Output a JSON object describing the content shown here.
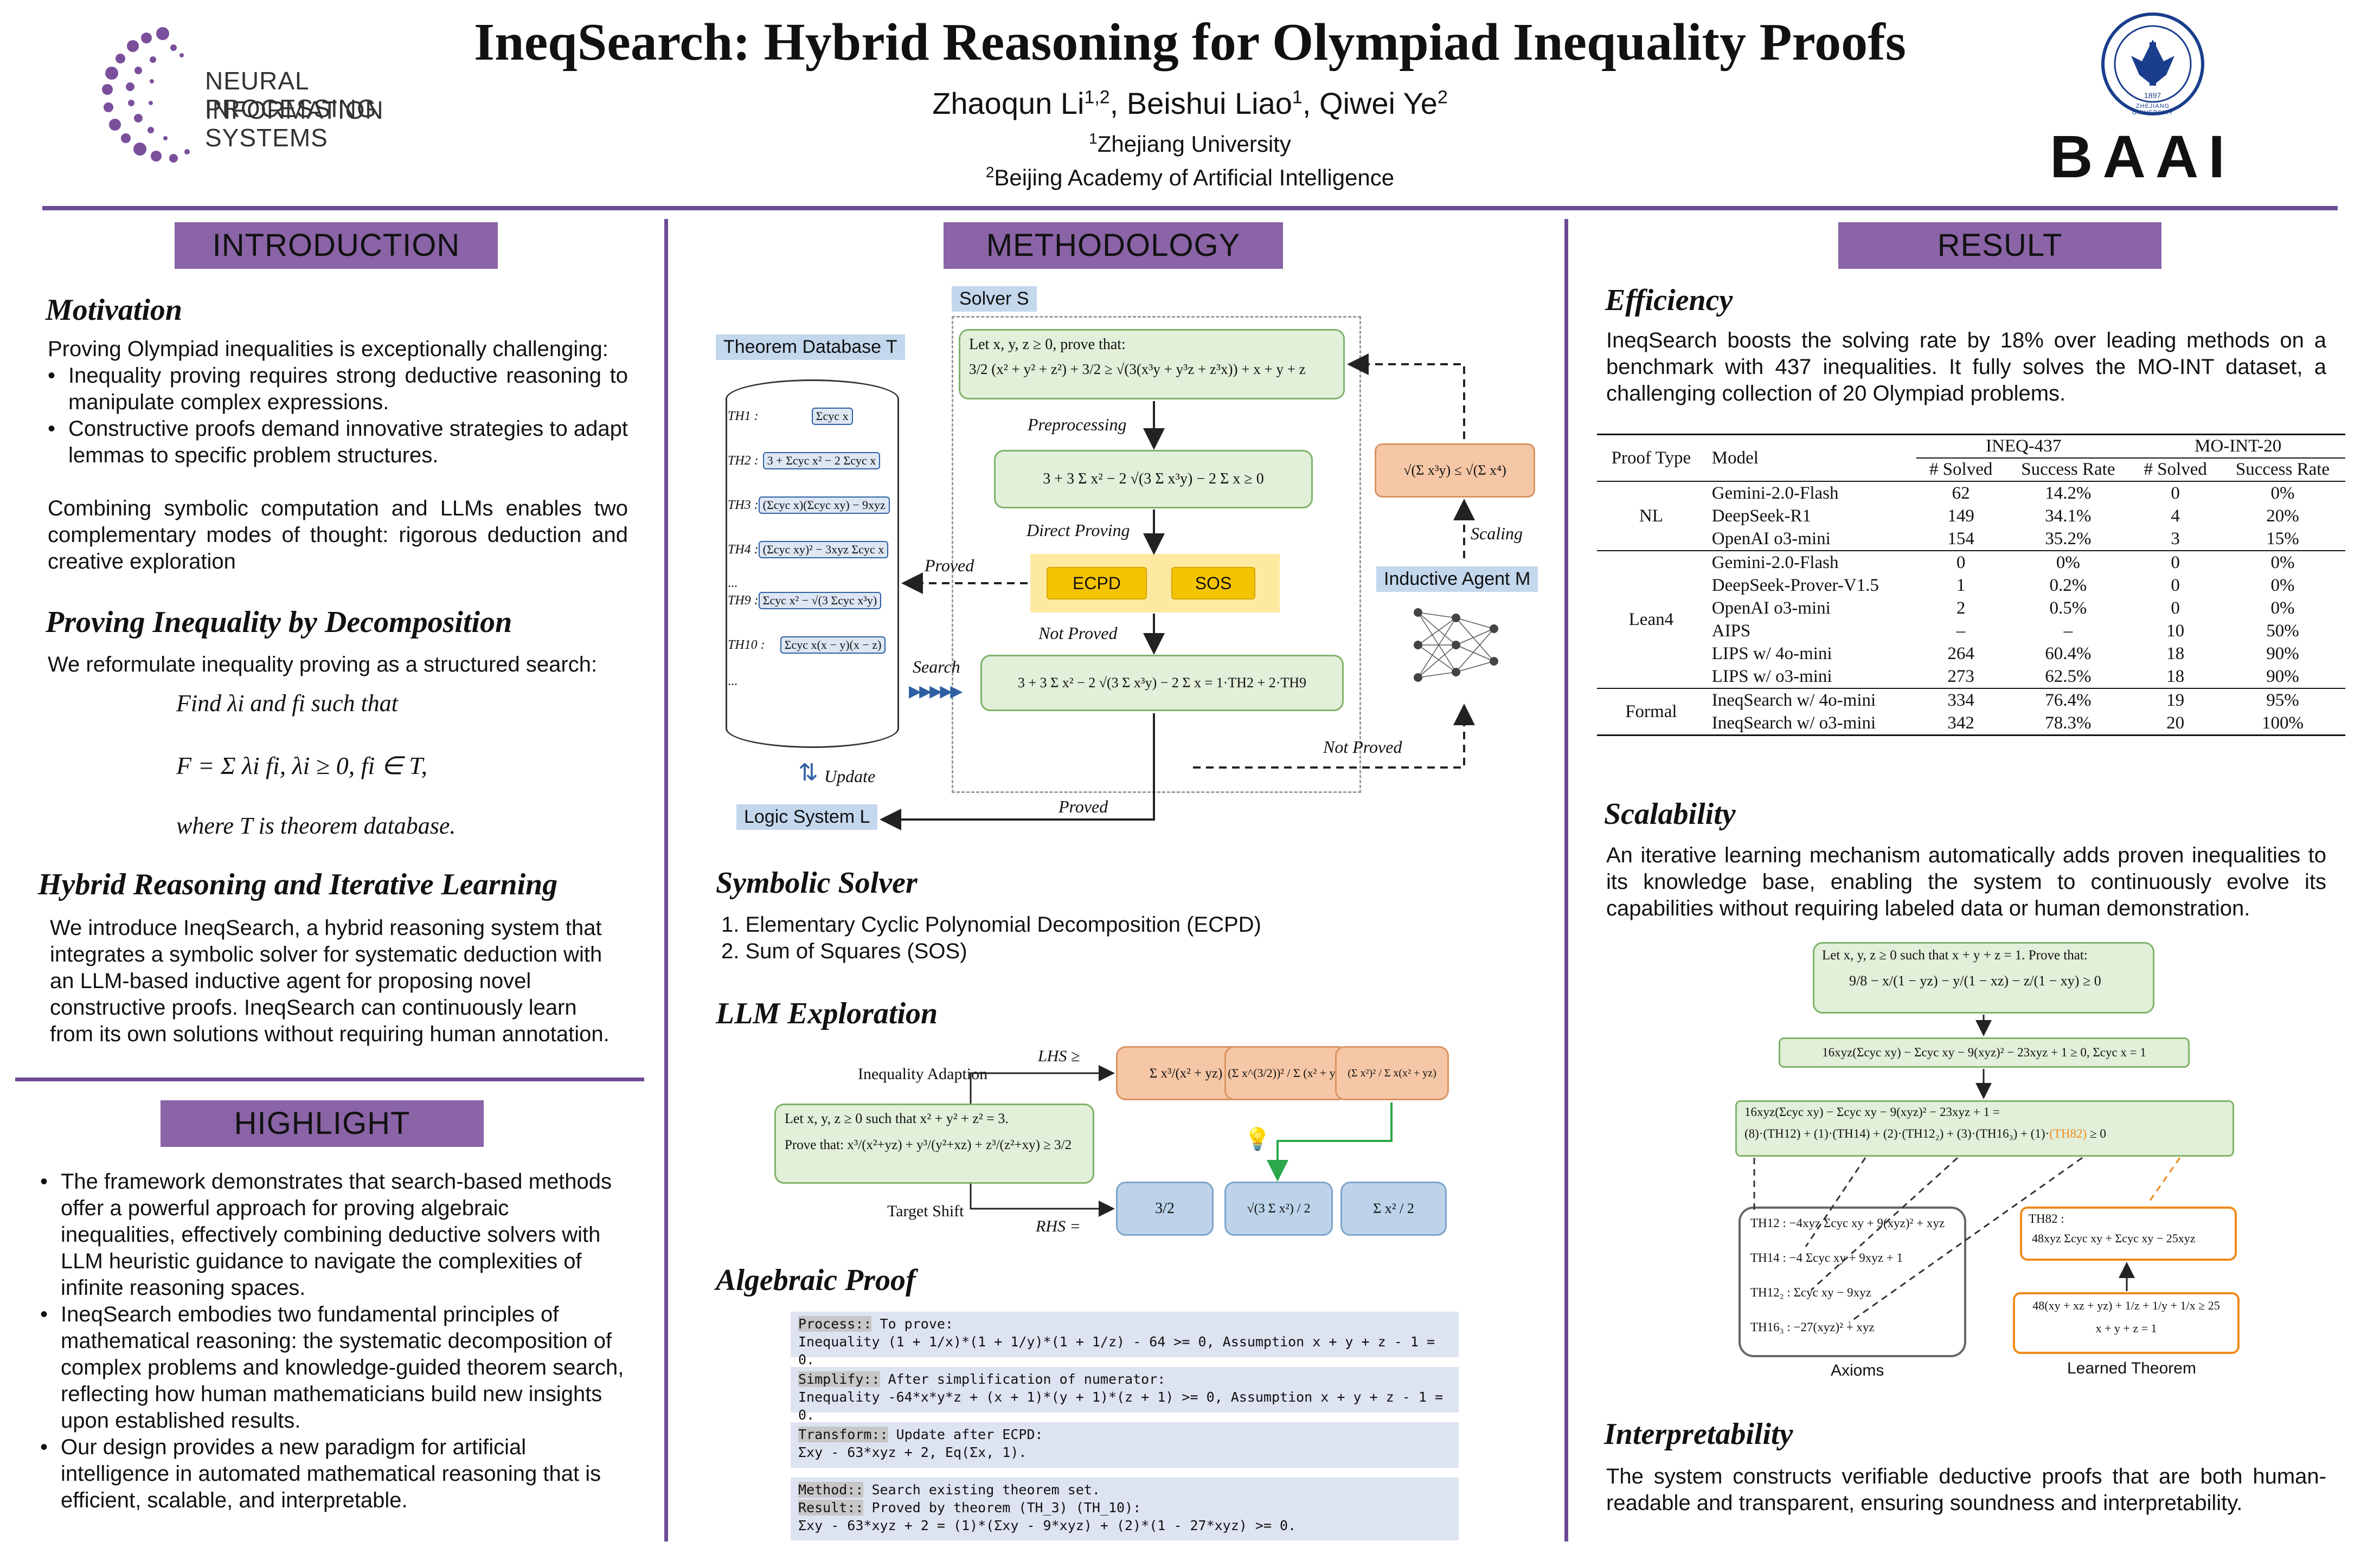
{
  "header": {
    "title": "IneqSearch: Hybrid Reasoning for Olympiad Inequality Proofs",
    "authors": {
      "a1": "Zhaoqun Li",
      "a1_sup": "1,2",
      "a2": "Beishui Liao",
      "a2_sup": "1",
      "a3": "Qiwei Ye",
      "a3_sup": "2"
    },
    "affiliation_1": "Zhejiang University",
    "affiliation_1_sup": "1",
    "affiliation_2": "Beijing Academy of Artificial Intelligence",
    "affiliation_2_sup": "2",
    "logo_left_line1": "NEURAL INFORMATION",
    "logo_left_line2": "PROCESSING SYSTEMS",
    "logo_right_text": "BAAI",
    "seal_text": "ZHEJIANG UNIVERSITY",
    "seal_year": "1897"
  },
  "introduction": {
    "banner": "INTRODUCTION",
    "motivation": {
      "heading": "Motivation",
      "lead": "Proving Olympiad inequalities is exceptionally challenging:",
      "bullets": [
        "Inequality proving requires strong deductive reasoning to manipulate complex expressions.",
        "Constructive proofs demand innovative strategies to adapt lemmas to specific problem structures."
      ],
      "closing": "Combining symbolic computation and LLMs enables two complementary modes of thought: rigorous deduction and creative exploration"
    },
    "decomposition": {
      "heading": "Proving Inequality by Decomposition",
      "lead": "We reformulate inequality proving as a structured search:",
      "eq1": "Find λi and fi such that",
      "eq2": "F = Σ λi fi,   λi ≥ 0,   fi ∈ T,",
      "eq3": "where T is theorem database."
    },
    "hybrid": {
      "heading": "Hybrid Reasoning and Iterative Learning",
      "text": "We introduce IneqSearch, a hybrid reasoning system that integrates a symbolic solver for systematic deduction with an LLM-based inductive agent for proposing novel constructive proofs. IneqSearch can continuously learn from its own solutions without requiring human annotation."
    }
  },
  "highlight": {
    "banner": "HIGHLIGHT",
    "bullets": [
      "The framework demonstrates that search-based methods offer a powerful approach for proving algebraic inequalities, effectively combining deductive solvers with LLM heuristic guidance to navigate the complexities of infinite reasoning spaces.",
      "IneqSearch embodies two fundamental principles of mathematical reasoning: the systematic decomposition of complex problems and knowledge-guided theorem search, reflecting how human mathematicians build new insights upon established results.",
      "Our design provides a new paradigm for artificial intelligence in automated mathematical reasoning that is efficient, scalable, and interpretable."
    ]
  },
  "methodology": {
    "banner": "METHODOLOGY",
    "diagram": {
      "solver_label": "Solver S",
      "theorem_db_label": "Theorem Database T",
      "problem_line1": "Let x, y, z ≥ 0, prove that:",
      "problem_line2": "3/2 (x² + y² + z²) + 3/2 ≥ √(3(x³y + y³z + z³x)) + x + y + z",
      "preprocessing": "Preprocessing",
      "preprocessed": "3 + 3 Σ x² − 2 √(3 Σ x³y) − 2 Σ x ≥ 0",
      "direct_proving": "Direct Proving",
      "ecpd": "ECPD",
      "sos": "SOS",
      "not_proved_1": "Not Proved",
      "not_proved_2": "Not Proved",
      "proved_1": "Proved",
      "proved_2": "Proved",
      "search": "Search",
      "decomposed": "3 + 3 Σ x² − 2 √(3 Σ x³y) − 2 Σ x = 1·TH2 + 2·TH9",
      "update": "Update",
      "logic_system": "Logic System L",
      "scaling": "Scaling",
      "inductive_agent": "Inductive Agent M",
      "lemma": "√(Σ x³y) ≤ √(Σ x⁴)",
      "db_items": [
        {
          "name": "TH1 :",
          "expr": "Σcyc x"
        },
        {
          "name": "TH2 :",
          "expr": "3 + Σcyc x² − 2 Σcyc x"
        },
        {
          "name": "TH3 :",
          "expr": "(Σcyc x)(Σcyc xy) − 9xyz"
        },
        {
          "name": "TH4 :",
          "expr": "(Σcyc xy)² − 3xyz Σcyc x"
        },
        {
          "name": "TH9 :",
          "expr": "Σcyc x² − √(3 Σcyc x³y)"
        },
        {
          "name": "TH10 :",
          "expr": "Σcyc x(x − y)(x − z)"
        }
      ],
      "ellipsis": "..."
    },
    "symbolic_solver": {
      "heading": "Symbolic Solver",
      "items": [
        "1. Elementary Cyclic Polynomial Decomposition (ECPD)",
        "2. Sum of Squares (SOS)"
      ]
    },
    "llm_exploration": {
      "heading": "LLM Exploration",
      "inequality_adaption": "Inequality Adaption",
      "target_shift": "Target Shift",
      "lhs": "LHS ≥",
      "rhs": "RHS =",
      "problem_l1": "Let x, y, z ≥ 0 such that x² + y² + z² = 3.",
      "problem_l2": "Prove that: x³/(x²+yz) + y³/(y²+xz) + z³/(z²+xy) ≥ 3/2",
      "lhs_options": [
        "Σ x³/(x² + yz)",
        "(Σ x^(3/2))² / Σ (x² + yz)",
        "(Σ x²)² / Σ x(x² + yz)"
      ],
      "rhs_options": [
        "3/2",
        "√(3 Σ x²) / 2",
        "Σ x² / 2"
      ],
      "bulb_icon": "lightbulb-icon"
    },
    "algebraic_proof": {
      "heading": "Algebraic Proof",
      "blocks": [
        {
          "tag": "Process::",
          "tag_text": " To prove:",
          "body": "Inequality (1 + 1/x)*(1 + 1/y)*(1 + 1/z) - 64 >= 0, Assumption x + y + z - 1 = 0."
        },
        {
          "tag": "Simplify::",
          "tag_text": " After simplification of numerator:",
          "body": "Inequality -64*x*y*z + (x + 1)*(y + 1)*(z + 1) >= 0, Assumption x + y + z - 1 = 0."
        },
        {
          "tag": "Transform::",
          "tag_text": " Update after ECPD:",
          "body": "Σxy - 63*xyz + 2, Eq(Σx, 1)."
        },
        {
          "tag": "Method::",
          "tag_text": " Search existing theorem set.",
          "tag2": "Result::",
          "tag2_text": " Proved by theorem (TH_3) (TH_10):",
          "body": "Σxy - 63*xyz + 2 = (1)*(Σxy - 9*xyz) + (2)*(1 - 27*xyz) >= 0."
        }
      ]
    }
  },
  "result": {
    "banner": "RESULT",
    "efficiency": {
      "heading": "Efficiency",
      "text": "IneqSearch boosts the solving rate by 18% over leading methods on a benchmark with 437 inequalities. It fully solves the MO-INT dataset, a challenging collection of 20 Olympiad problems."
    },
    "table": {
      "col_proof_type": "Proof Type",
      "col_model": "Model",
      "group1": "INEQ-437",
      "group2": "MO-INT-20",
      "sub_solved": "# Solved",
      "sub_rate": "Success Rate",
      "groups": [
        {
          "type": "NL",
          "rows": [
            [
              "Gemini-2.0-Flash",
              "62",
              "14.2%",
              "0",
              "0%"
            ],
            [
              "DeepSeek-R1",
              "149",
              "34.1%",
              "4",
              "20%"
            ],
            [
              "OpenAI o3-mini",
              "154",
              "35.2%",
              "3",
              "15%"
            ]
          ]
        },
        {
          "type": "Lean4",
          "rows": [
            [
              "Gemini-2.0-Flash",
              "0",
              "0%",
              "0",
              "0%"
            ],
            [
              "DeepSeek-Prover-V1.5",
              "1",
              "0.2%",
              "0",
              "0%"
            ],
            [
              "OpenAI o3-mini",
              "2",
              "0.5%",
              "0",
              "0%"
            ],
            [
              "AIPS",
              "–",
              "–",
              "10",
              "50%"
            ],
            [
              "LIPS w/ 4o-mini",
              "264",
              "60.4%",
              "18",
              "90%"
            ],
            [
              "LIPS w/ o3-mini",
              "273",
              "62.5%",
              "18",
              "90%"
            ]
          ]
        },
        {
          "type": "Formal",
          "rows": [
            [
              "IneqSearch w/ 4o-mini",
              "334",
              "76.4%",
              "19",
              "95%"
            ],
            [
              "IneqSearch w/ o3-mini",
              "342",
              "78.3%",
              "20",
              "100%"
            ]
          ]
        }
      ]
    },
    "scalability": {
      "heading": "Scalability",
      "text": "An iterative learning mechanism automatically adds proven inequalities to its knowledge base, enabling the system to continuously evolve its capabilities without requiring labeled data or human demonstration.",
      "box1_l1": "Let x, y, z ≥ 0 such that x + y + z = 1. Prove that:",
      "box1_l2": "9/8 − x/(1 − yz) − y/(1 − xz) − z/(1 − xy) ≥ 0",
      "box2": "16xyz(Σcyc xy) − Σcyc xy − 9(xyz)² − 23xyz + 1 ≥ 0, Σcyc x = 1",
      "box3_l1": "16xyz(Σcyc xy) − Σcyc xy − 9(xyz)² − 23xyz + 1 =",
      "box3_l2": "(8)·(TH12) + (1)·(TH14) + (2)·(TH12₂) + (3)·(TH16₃) + (1)·",
      "box3_l2_orange": "(TH82)",
      "box3_l2_end": " ≥ 0",
      "axioms": [
        "TH12 : −4xyz Σcyc xy + 9(xyz)² + xyz",
        "TH14 : −4 Σcyc xy + 9xyz + 1",
        "TH12₂ : Σcyc xy − 9xyz",
        "TH16₃ : −27(xyz)² + xyz"
      ],
      "learned_title": "TH82 :",
      "learned_expr": "48xyz Σcyc xy + Σcyc xy − 25xyz",
      "learned_box2_l1": "48(xy + xz + yz) + 1/z + 1/y + 1/x ≥ 25",
      "learned_box2_l2": "x + y + z = 1",
      "axioms_label": "Axioms",
      "learned_label": "Learned Theorem"
    },
    "interpretability": {
      "heading": "Interpretability",
      "text": "The system constructs verifiable deductive proofs that are both human-readable and transparent, ensuring soundness and interpretability."
    }
  },
  "colors": {
    "purple": "#6d4b94",
    "banner": "#8a64a6",
    "green_box": "#e2efd9",
    "orange_box": "#f6c7a6",
    "blue_box": "#bcd3ea",
    "code_bg": "#dde3f1"
  }
}
